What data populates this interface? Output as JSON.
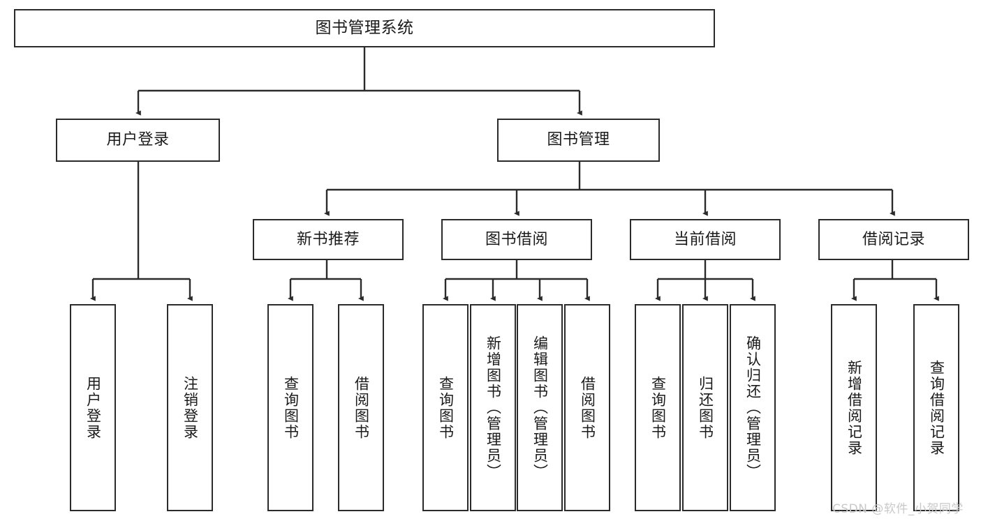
{
  "diagram": {
    "type": "tree-hierarchy",
    "title": "图书管理系统",
    "orientation": "top-down",
    "colors": {
      "box_border": "#2b2b2b",
      "box_fill": "#ffffff",
      "connector": "#2b2b2b",
      "text": "#1a1a1a",
      "watermark": "#c9c9c9",
      "background": "#ffffff"
    },
    "root": {
      "label": "图书管理系统"
    },
    "level2": [
      {
        "label": "用户登录"
      },
      {
        "label": "图书管理"
      }
    ],
    "level3": [
      {
        "label": "新书推荐"
      },
      {
        "label": "图书借阅"
      },
      {
        "label": "当前借阅"
      },
      {
        "label": "借阅记录"
      }
    ],
    "leaves": {
      "user_login": [
        {
          "label": "用户登录"
        },
        {
          "label": "注销登录"
        }
      ],
      "new_book_recommend": [
        {
          "label": "查询图书"
        },
        {
          "label": "借阅图书"
        }
      ],
      "book_borrow": [
        {
          "label": "查询图书"
        },
        {
          "label": "新增图书（管理员）"
        },
        {
          "label": "编辑图书（管理员）"
        },
        {
          "label": "借阅图书"
        }
      ],
      "current_borrow": [
        {
          "label": "查询图书"
        },
        {
          "label": "归还图书"
        },
        {
          "label": "确认归还（管理员）"
        }
      ],
      "borrow_record": [
        {
          "label": "新增借阅记录"
        },
        {
          "label": "查询借阅记录"
        }
      ]
    }
  },
  "watermark": {
    "text": "CSDN @软件_小贺同学"
  }
}
